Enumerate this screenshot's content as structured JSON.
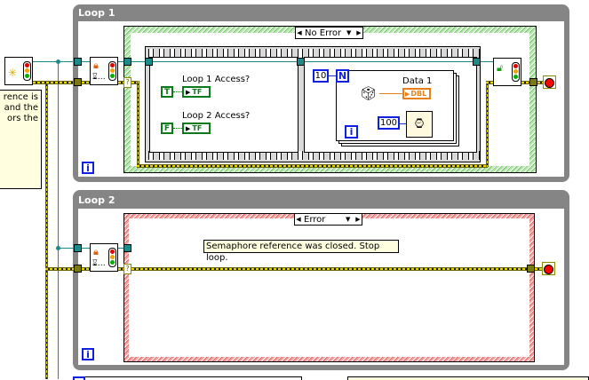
{
  "left_comment": {
    "lines": [
      "rence is",
      "and the",
      "ors the"
    ]
  },
  "loop1": {
    "title": "Loop 1",
    "iteration_terminal": "i",
    "case_selector": "No Error",
    "frame1": {
      "indicator1_label": "Loop 1 Access?",
      "indicator2_label": "Loop 2 Access?",
      "const1": "T",
      "const2": "F",
      "indicator_text": "TF"
    },
    "frame2": {
      "count_constant": "10",
      "count_terminal": "N",
      "iteration_terminal": "i",
      "indicator_label": "Data 1",
      "indicator_type": "DBL",
      "wait_constant": "100"
    },
    "error_tunnel_glyph": "?"
  },
  "loop2": {
    "title": "Loop 2",
    "iteration_terminal": "i",
    "case_selector": "Error",
    "error_message": "Semaphore reference was closed. Stop loop.",
    "error_tunnel_glyph": "?"
  },
  "colors": {
    "loop_frame": "#858585",
    "refnum_wire": "#1a8a8a",
    "error_wire": "#e8d800",
    "case_no_error": "#76c66a",
    "case_error": "#e06a6a",
    "numeric": "#1020e0",
    "boolean": "#0a7a1a",
    "dbl": "#e8801a"
  }
}
